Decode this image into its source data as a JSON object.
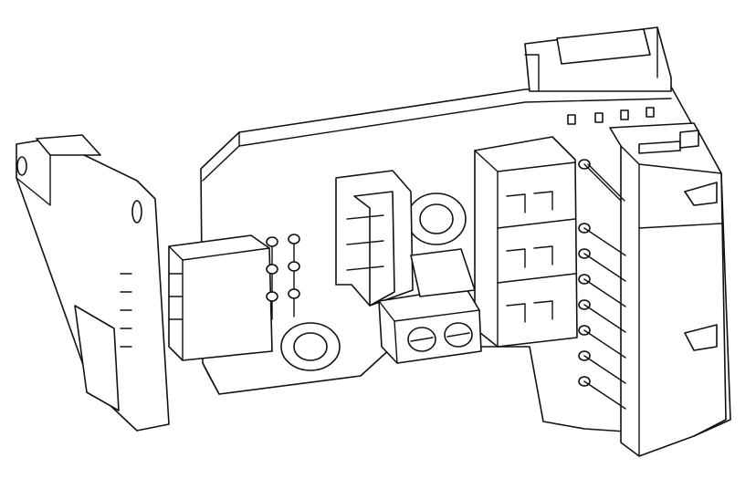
{
  "drawing": {
    "style": "black line art on white",
    "colors": {
      "background": "#ffffff",
      "line": "#111111"
    },
    "components": [
      "main-board",
      "daughter-board",
      "top-connector",
      "box-header-left",
      "stacked-box-headers",
      "screw-terminal",
      "mounting-holes",
      "pin-headers",
      "side-connector"
    ]
  }
}
